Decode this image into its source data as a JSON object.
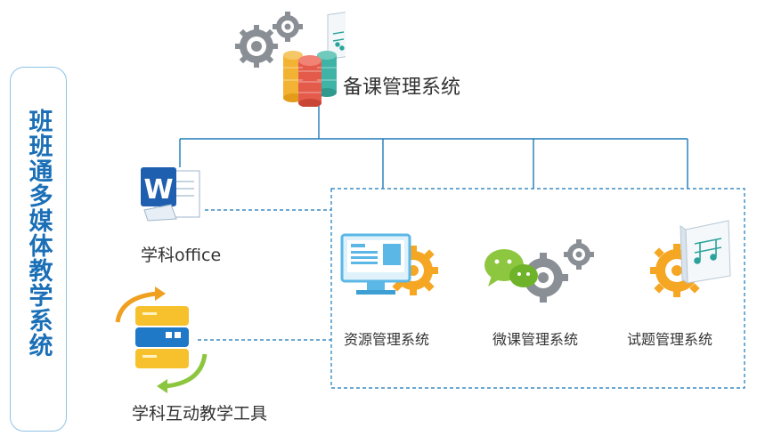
{
  "side_title": "班班通多媒体教学系统",
  "nodes": {
    "main": "备课管理系统",
    "office": "学科office",
    "tool": "学科互动教学工具",
    "subsystems": [
      "资源管理系统",
      "微课管理系统",
      "试题管理系统"
    ]
  },
  "colors": {
    "line": "#1f7ab8",
    "title": "#1a6fb7",
    "gear_gray": "#8a8f96",
    "gear_orange": "#f5a623",
    "bubble_green": "#8dc63f"
  }
}
